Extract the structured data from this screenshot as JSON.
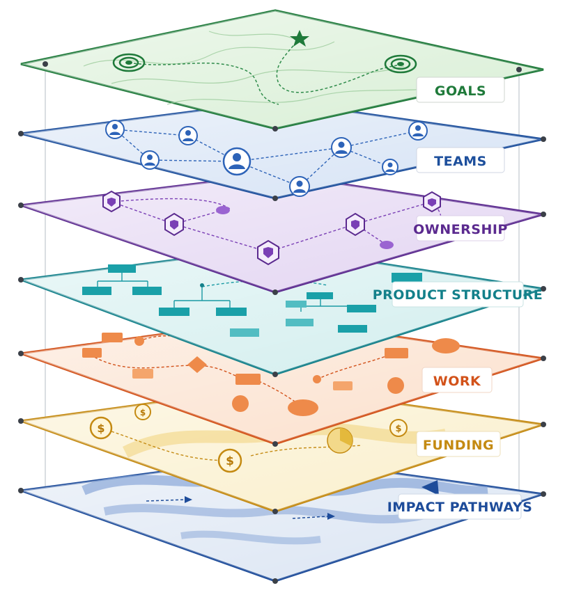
{
  "layers": [
    {
      "id": "goals",
      "label": "GOALS",
      "color": "#1f7a3a",
      "fill": "#d9efd6",
      "accent": "#2e8b4a"
    },
    {
      "id": "teams",
      "label": "TEAMS",
      "color": "#1d4f9c",
      "fill": "#d6e3f5",
      "accent": "#2d63b8"
    },
    {
      "id": "ownership",
      "label": "OWNERSHIP",
      "color": "#5b2a8f",
      "fill": "#e3d5f2",
      "accent": "#7a3fb5"
    },
    {
      "id": "product-structure",
      "label": "PRODUCT STRUCTURE",
      "color": "#13808a",
      "fill": "#d2eeee",
      "accent": "#1a9aa3"
    },
    {
      "id": "work",
      "label": "WORK",
      "color": "#d2521a",
      "fill": "#fbe0cc",
      "accent": "#e8702e"
    },
    {
      "id": "funding",
      "label": "FUNDING",
      "color": "#c48a12",
      "fill": "#faefcb",
      "accent": "#d9a32a"
    },
    {
      "id": "impact-pathways",
      "label": "IMPACT PATHWAYS",
      "color": "#1e4c9a",
      "fill": "#dbe5f3",
      "accent": "#3f6fbf"
    }
  ]
}
